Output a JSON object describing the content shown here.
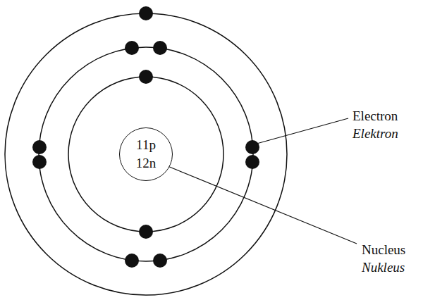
{
  "diagram": {
    "nodes": [
      {
        "text": [
          "11p",
          "12n"
        ]
      }
    ],
    "labels": [
      "Electron",
      "Elektron",
      "Nucleus",
      "Nukleus"
    ]
  }
}
